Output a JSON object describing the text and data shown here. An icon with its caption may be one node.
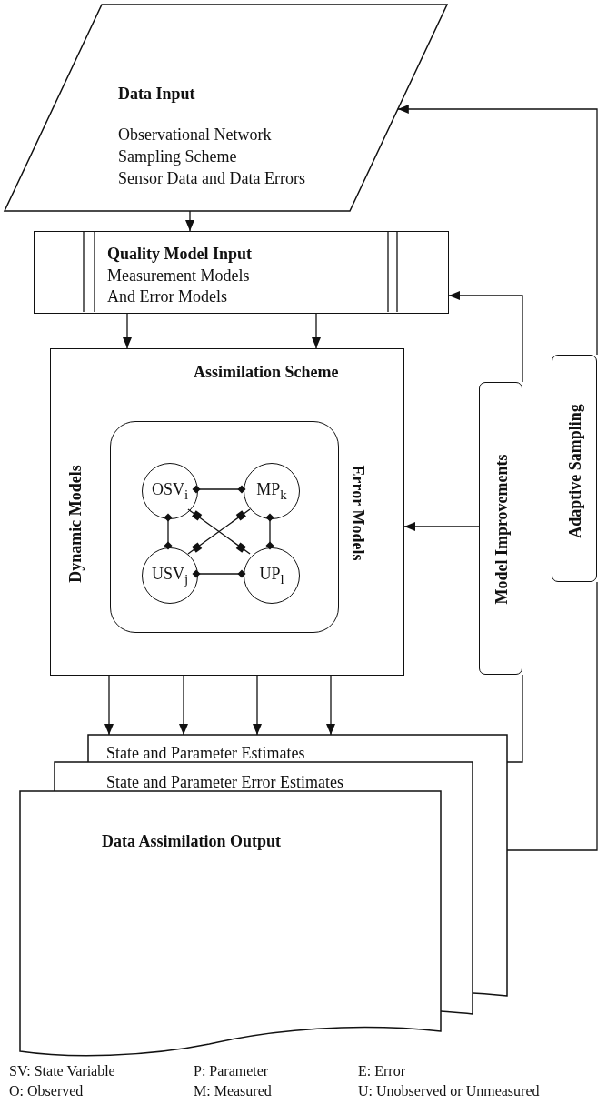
{
  "diagram": {
    "nodes": [
      {
        "text": [
          "Data Input",
          "Observational Network",
          "Sampling Scheme",
          "Sensor Data and Data Errors"
        ]
      },
      {
        "text": [
          "Quality Model Input",
          "Measurement Models And Error Models"
        ]
      },
      {
        "text": [
          "Assimilation Scheme",
          "Dynamic Models",
          "Error Models"
        ]
      },
      {
        "text": [],
        "shape": "box",
        "in": 2
      },
      {
        "text": [
          "OSV$_{i}$"
        ],
        "in": 3
      },
      {
        "text": [
          "MP$_{k}$"
        ],
        "in": 3
      },
      {
        "text": [
          "USV$_{j}$"
        ],
        "in": 3
      },
      {
        "text": [
          "UP$_{l}$"
        ],
        "in": 3
      },
      {
        "text": [
          "Model Improvements"
        ]
      },
      {
        "text": [
          "Adaptive Sampling"
        ]
      },
      {
        "text": [
          "State and Parameter Estimates",
          "State and Parameter Error Estimates",
          "Data Assimilation Output"
        ]
      }
    ],
    "edges": [
      {
        "from": 0,
        "to": 1,
        "arrow": "to"
      },
      {
        "from": 1,
        "to": 2,
        "arrow": "to"
      },
      {
        "from": 1,
        "to": 2,
        "arrow": "to"
      },
      {
        "from": 2,
        "to": 10,
        "arrow": "to"
      },
      {
        "from": 2,
        "to": 10,
        "arrow": "to"
      },
      {
        "from": 2,
        "to": 10,
        "arrow": "to"
      },
      {
        "from": 2,
        "to": 10,
        "arrow": "to"
      },
      {
        "from": 10,
        "to": 8,
        "arrow": "none"
      },
      {
        "from": 8,
        "to": 1,
        "arrow": "to"
      },
      {
        "from": 8,
        "to": 2,
        "arrow": "to"
      },
      {
        "from": 10,
        "to": 9,
        "arrow": "none"
      },
      {
        "from": 9,
        "to": 0,
        "arrow": "to"
      },
      {
        "from": 4,
        "to": 5,
        "arrow": "other"
      },
      {
        "from": 4,
        "to": 6,
        "arrow": "other"
      },
      {
        "from": 5,
        "to": 7,
        "arrow": "other"
      },
      {
        "from": 6,
        "to": 7,
        "arrow": "other"
      },
      {
        "from": 4,
        "to": 7,
        "arrow": "other"
      },
      {
        "from": 5,
        "to": 6,
        "arrow": "other"
      }
    ],
    "labels": [
      "SV: State Variable",
      "P: Parameter",
      "E: Error",
      "O: Observed",
      "M: Measured",
      "U: Unobserved or Unmeasured"
    ]
  }
}
